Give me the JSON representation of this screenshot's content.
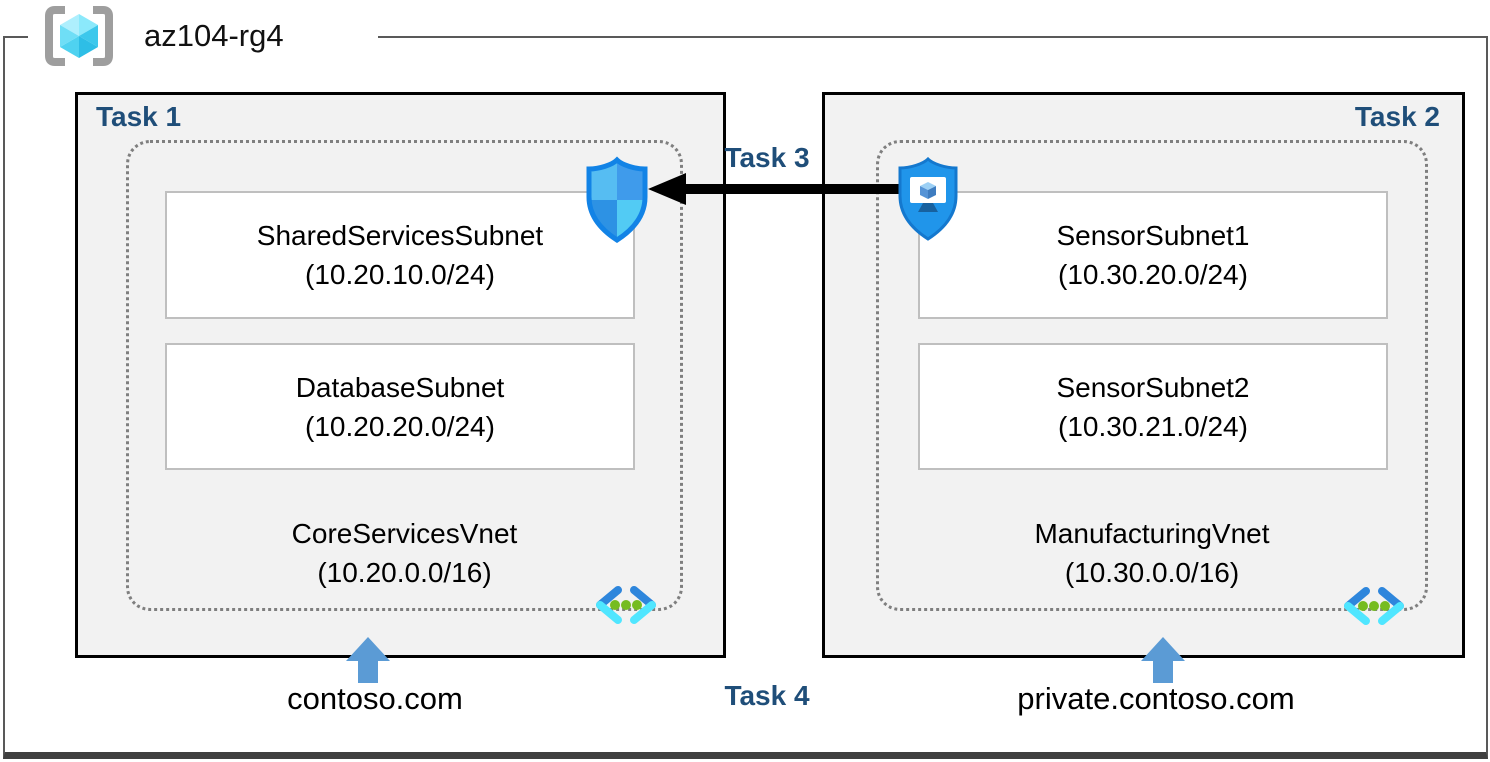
{
  "resource_group": {
    "name": "az104-rg4"
  },
  "left": {
    "task_label": "Task 1",
    "subnets": [
      {
        "name": "SharedServicesSubnet",
        "cidr": "(10.20.10.0/24)"
      },
      {
        "name": "DatabaseSubnet",
        "cidr": "(10.20.20.0/24)"
      }
    ],
    "vnet_name": "CoreServicesVnet",
    "vnet_cidr": "(10.20.0.0/16)",
    "domain": "contoso.com"
  },
  "right": {
    "task_label": "Task 2",
    "subnets": [
      {
        "name": "SensorSubnet1",
        "cidr": "(10.30.20.0/24)"
      },
      {
        "name": "SensorSubnet2",
        "cidr": "(10.30.21.0/24)"
      }
    ],
    "vnet_name": "ManufacturingVnet",
    "vnet_cidr": "(10.30.0.0/16)",
    "domain": "private.contoso.com"
  },
  "annotations": {
    "task3_label": "Task 3",
    "task4_label": "Task 4"
  },
  "icons": {
    "resource_group": "resource-group-brackets-cube",
    "nsg": "network-security-group-shield",
    "bastion": "bastion-shield-with-monitor",
    "vnet": "virtual-network-angle-brackets-green-dots"
  },
  "colors": {
    "task_label_navy": "#1F4E79",
    "box_fill_gray": "#F2F2F2",
    "frame_gray": "#595959",
    "dotted_gray": "#7F7F7F",
    "up_arrow_blue": "#5B9BD5",
    "peering_arrow": "#000000",
    "vnet_bracket_blue": "#2E86DC",
    "vnet_bracket_cyan": "#50E6FF",
    "vnet_dot_green": "#76BC21",
    "nsg_border_blue": "#1283E6",
    "bastion_blue": "#2095EA"
  }
}
